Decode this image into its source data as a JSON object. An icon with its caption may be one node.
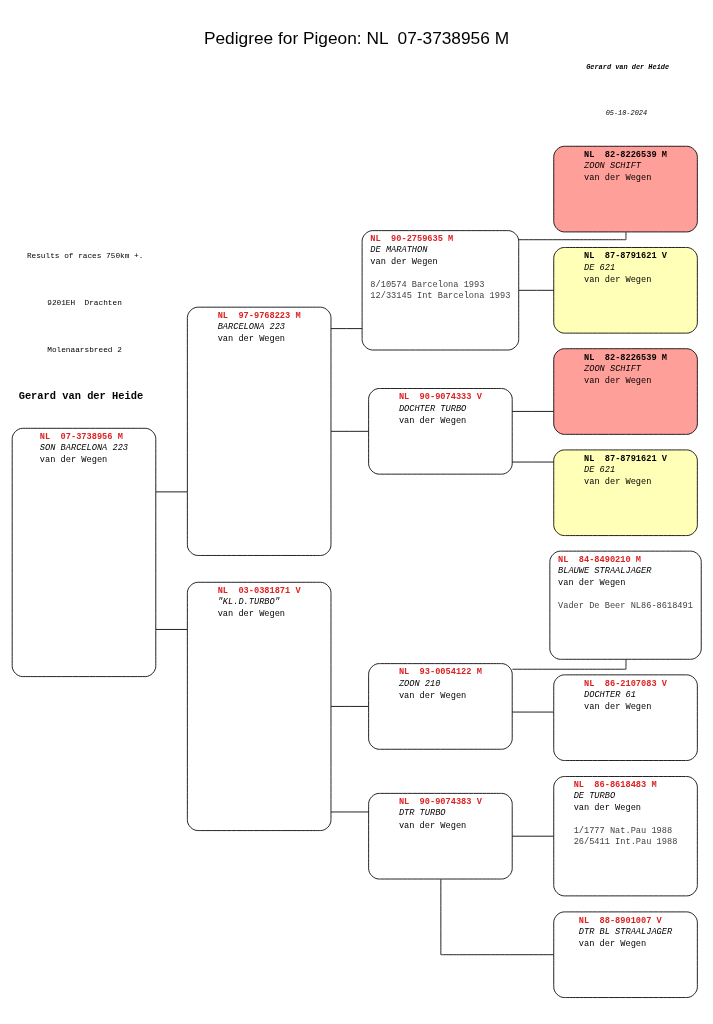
{
  "diagram": {
    "title": "Pedigree for Pigeon: NL  07-3738956 M",
    "nodes": [
      {
        "text": [
          "NL  07-3738956 M",
          "SON BARCELONA 223",
          "van der Wegen"
        ]
      },
      {
        "text": [
          "NL  97-9768223 M",
          "BARCELONA 223",
          "van der Wegen"
        ]
      },
      {
        "text": [
          "NL  03-0381871 V",
          "\"KL.D.TURBO\"",
          "van der Wegen"
        ]
      },
      {
        "text": [
          "NL  90-2759635 M",
          "DE MARATHON",
          "van der Wegen",
          "8/10574 Barcelona 1993",
          "12/33145 Int Barcelona 1993"
        ]
      },
      {
        "text": [
          "NL  90-9074333 V",
          "DOCHTER TURBO",
          "van der Wegen"
        ]
      },
      {
        "text": [
          "NL  93-0054122 M",
          "ZOON 210",
          "van der Wegen"
        ]
      },
      {
        "text": [
          "NL  90-9074383 V",
          "DTR TURBO",
          "van der Wegen"
        ]
      },
      {
        "text": [
          "NL  82-8226539 M",
          "ZOON SCHIFT",
          "van der Wegen"
        ]
      },
      {
        "text": [
          "NL  87-8791621 V",
          "DE 621",
          "van der Wegen"
        ]
      },
      {
        "text": [
          "NL  82-8226539 M",
          "ZOON SCHIFT",
          "van der Wegen"
        ]
      },
      {
        "text": [
          "NL  87-8791621 V",
          "DE 621",
          "van der Wegen"
        ]
      },
      {
        "text": [
          "NL  84-8490210 M",
          "BLAUWE STRAALJAGER",
          "van der Wegen",
          "Vader De Beer NL86-8618491"
        ]
      },
      {
        "text": [
          "NL  86-2107083 V",
          "DOCHTER 61",
          "van der Wegen"
        ]
      },
      {
        "text": [
          "NL  86-8618483 M",
          "DE TURBO",
          "van der Wegen",
          "1/1777 Nat.Pau 1988",
          "26/5411 Int.Pau 1988"
        ]
      },
      {
        "text": [
          "NL  88-8901007 V",
          "DTR BL STRAALJAGER",
          "van der Wegen"
        ]
      }
    ],
    "edges": [
      {
        "from": 0,
        "to": 1,
        "arrow": "none"
      },
      {
        "from": 0,
        "to": 2,
        "arrow": "none"
      },
      {
        "from": 1,
        "to": 3,
        "arrow": "none"
      },
      {
        "from": 1,
        "to": 4,
        "arrow": "none"
      },
      {
        "from": 2,
        "to": 5,
        "arrow": "none"
      },
      {
        "from": 2,
        "to": 6,
        "arrow": "none"
      },
      {
        "from": 3,
        "to": 7,
        "arrow": "none"
      },
      {
        "from": 3,
        "to": 8,
        "arrow": "none"
      },
      {
        "from": 4,
        "to": 9,
        "arrow": "none"
      },
      {
        "from": 4,
        "to": 10,
        "arrow": "none"
      },
      {
        "from": 5,
        "to": 11,
        "arrow": "none"
      },
      {
        "from": 5,
        "to": 12,
        "arrow": "none"
      },
      {
        "from": 6,
        "to": 13,
        "arrow": "none"
      },
      {
        "from": 6,
        "to": 14,
        "arrow": "none"
      }
    ],
    "labels": [
      "Gerard van der Heide",
      "Molenaarsbreed 2",
      "9201EH  Drachten",
      "Results of races 750km +.",
      "05-10-2024",
      "Gerard van der Heide"
    ]
  }
}
